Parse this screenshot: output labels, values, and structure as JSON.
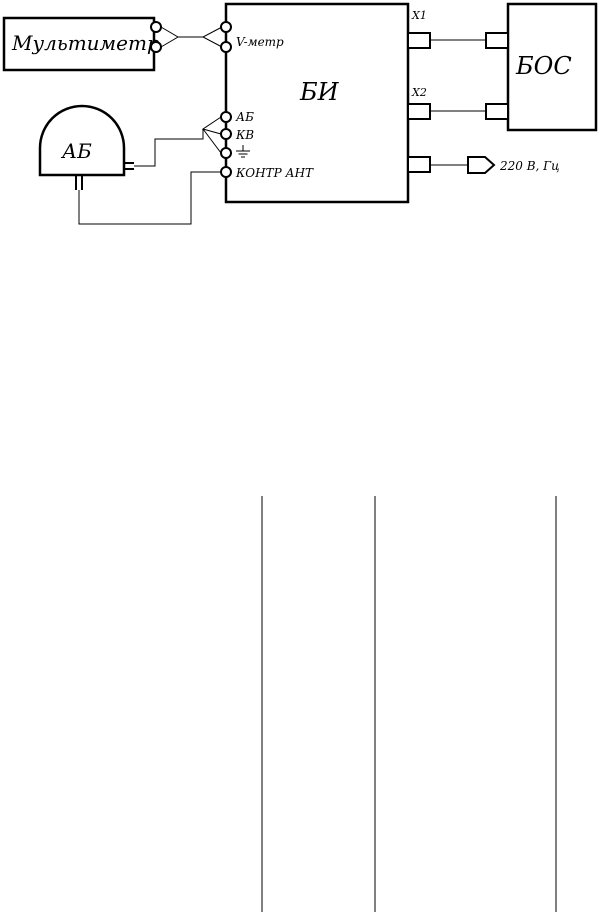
{
  "diagram": {
    "multimeter": {
      "label": "Мультиметр"
    },
    "battery": {
      "label": "АБ"
    },
    "bi": {
      "label": "БИ",
      "terminals": {
        "vmeter": "V-метр",
        "ab": "АБ",
        "kv": "КВ",
        "kontr": "КОНТР АНТ"
      },
      "ports": {
        "x1": "X1",
        "x2": "X2"
      }
    },
    "bos": {
      "label": "БОС"
    },
    "power": {
      "label": "220 В, Гц"
    }
  },
  "colors": {
    "stroke": "#000000",
    "background": "#ffffff"
  }
}
